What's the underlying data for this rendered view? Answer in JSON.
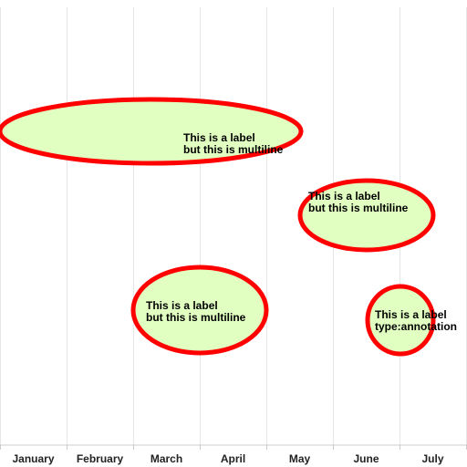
{
  "chart_data": {
    "type": "annotation",
    "categories": [
      "January",
      "February",
      "March",
      "April",
      "May",
      "June",
      "July"
    ],
    "grid": true,
    "colors": {
      "ellipse_fill": "#e0ffc0",
      "ellipse_stroke": "#ff0000",
      "grid": "#e6e6e6",
      "axis": "#cccccc"
    },
    "annotations": [
      {
        "lines": [
          "This is a label",
          "but this is multiline"
        ]
      },
      {
        "lines": [
          "This is a label",
          "but this is multiline"
        ]
      },
      {
        "lines": [
          "This is a label",
          "but this is multiline"
        ]
      },
      {
        "lines": [
          "This is a label",
          "type:annotation"
        ]
      }
    ]
  }
}
